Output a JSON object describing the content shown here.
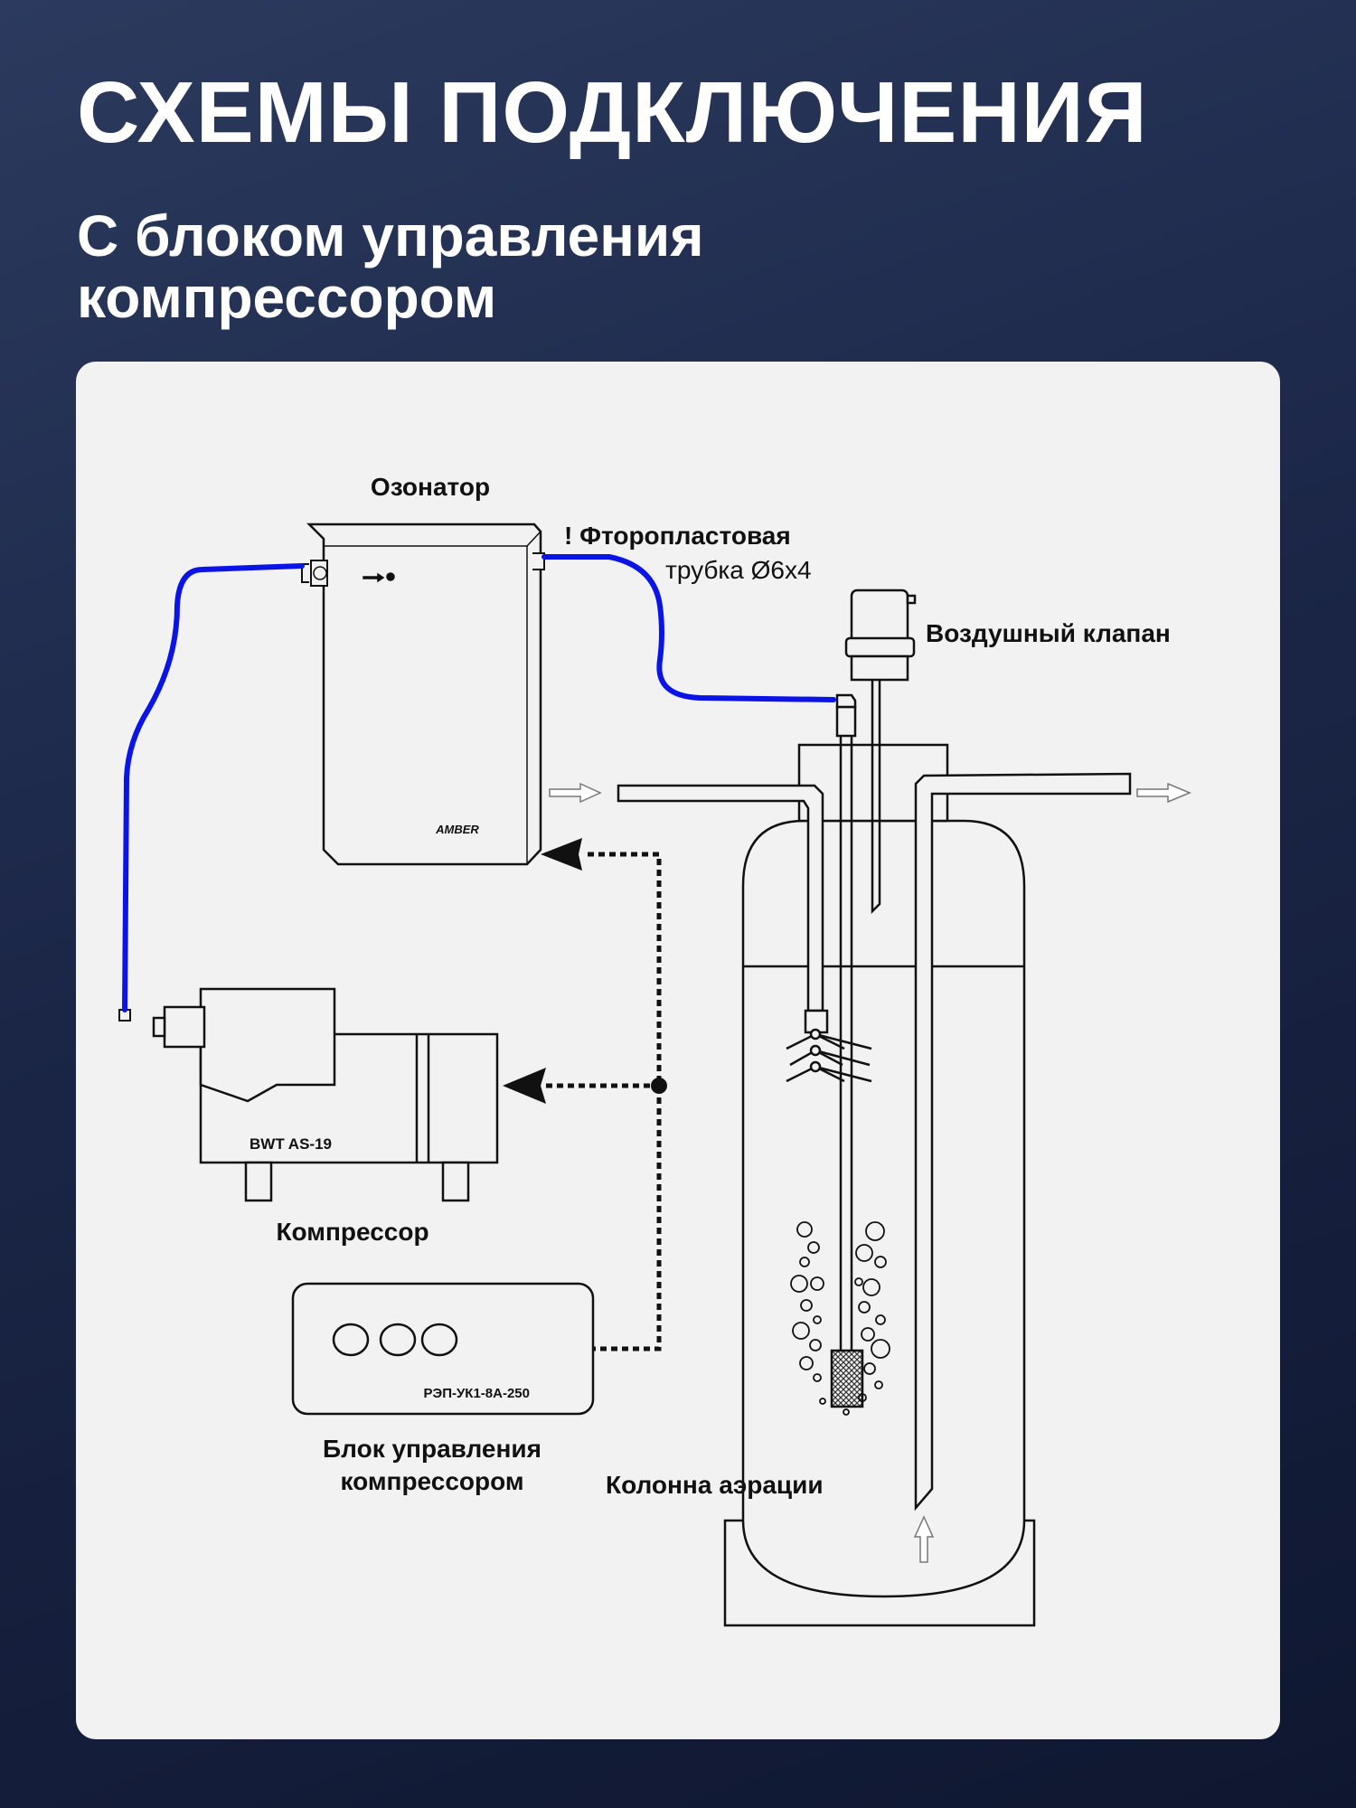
{
  "header": {
    "title": "СХЕМЫ ПОДКЛЮЧЕНИЯ",
    "subtitle": "С блоком управления компрессором"
  },
  "diagram": {
    "ozonator_label": "Озонатор",
    "ozonator_brand": "AMBER",
    "tube_note_bold": "! Фторопластовая",
    "tube_note_spec": "трубка Ø6x4",
    "air_valve_label": "Воздушный клапан",
    "compressor_model": "BWT AS-19",
    "compressor_label": "Компрессор",
    "controller_model": "РЭП-УК1-8А-250",
    "controller_label_line1": "Блок управления",
    "controller_label_line2": "компрессором",
    "column_label": "Колонна аэрации"
  },
  "colors": {
    "tube": "#0a14e6",
    "line": "#111111",
    "card": "#f2f2f2"
  }
}
